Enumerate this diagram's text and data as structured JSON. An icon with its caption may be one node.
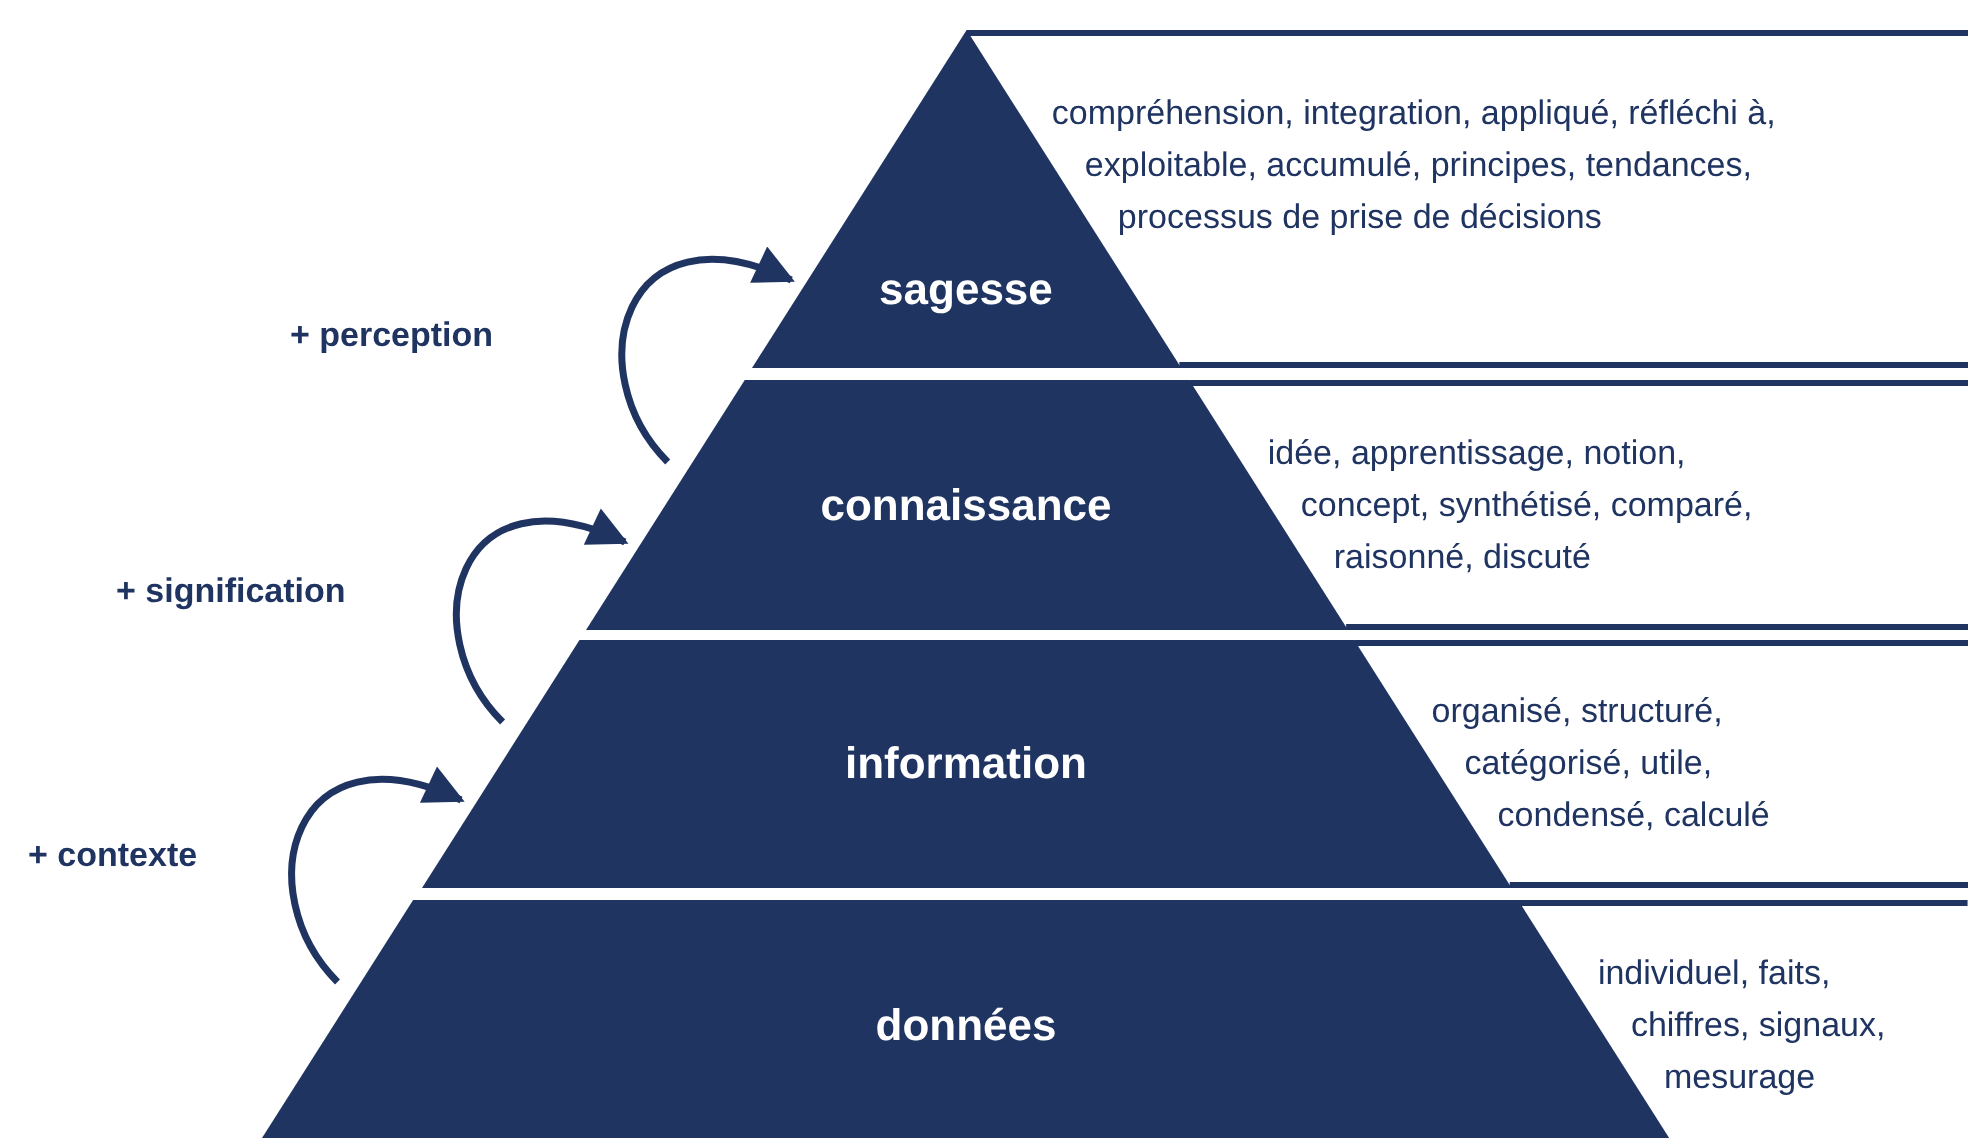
{
  "diagram": {
    "nodes": [
      {
        "text": [
          "compréhension, integration, appliqué, réfléchi à, exploitable, accumulé, principes, tendances, processus de prise de décisions",
          "sagesse"
        ]
      },
      {
        "text": [
          "connaissance",
          "idée, apprentissage, notion, concept, synthétisé, comparé, raisonné, discuté"
        ]
      },
      {
        "text": [
          "information",
          "organisé, structuré, catégorisé, utile, condensé, calculé"
        ]
      },
      {
        "text": [
          "données",
          "individuel, faits, chiffres, signaux, mesurage"
        ]
      }
    ],
    "edges": [
      {
        "from": 1,
        "to": 0,
        "arrow": "to",
        "label": "+ perception"
      },
      {
        "from": 2,
        "to": 1,
        "arrow": "to",
        "label": "+ signification"
      },
      {
        "from": 3,
        "to": 2,
        "arrow": "to",
        "label": "+ contexte"
      }
    ]
  }
}
